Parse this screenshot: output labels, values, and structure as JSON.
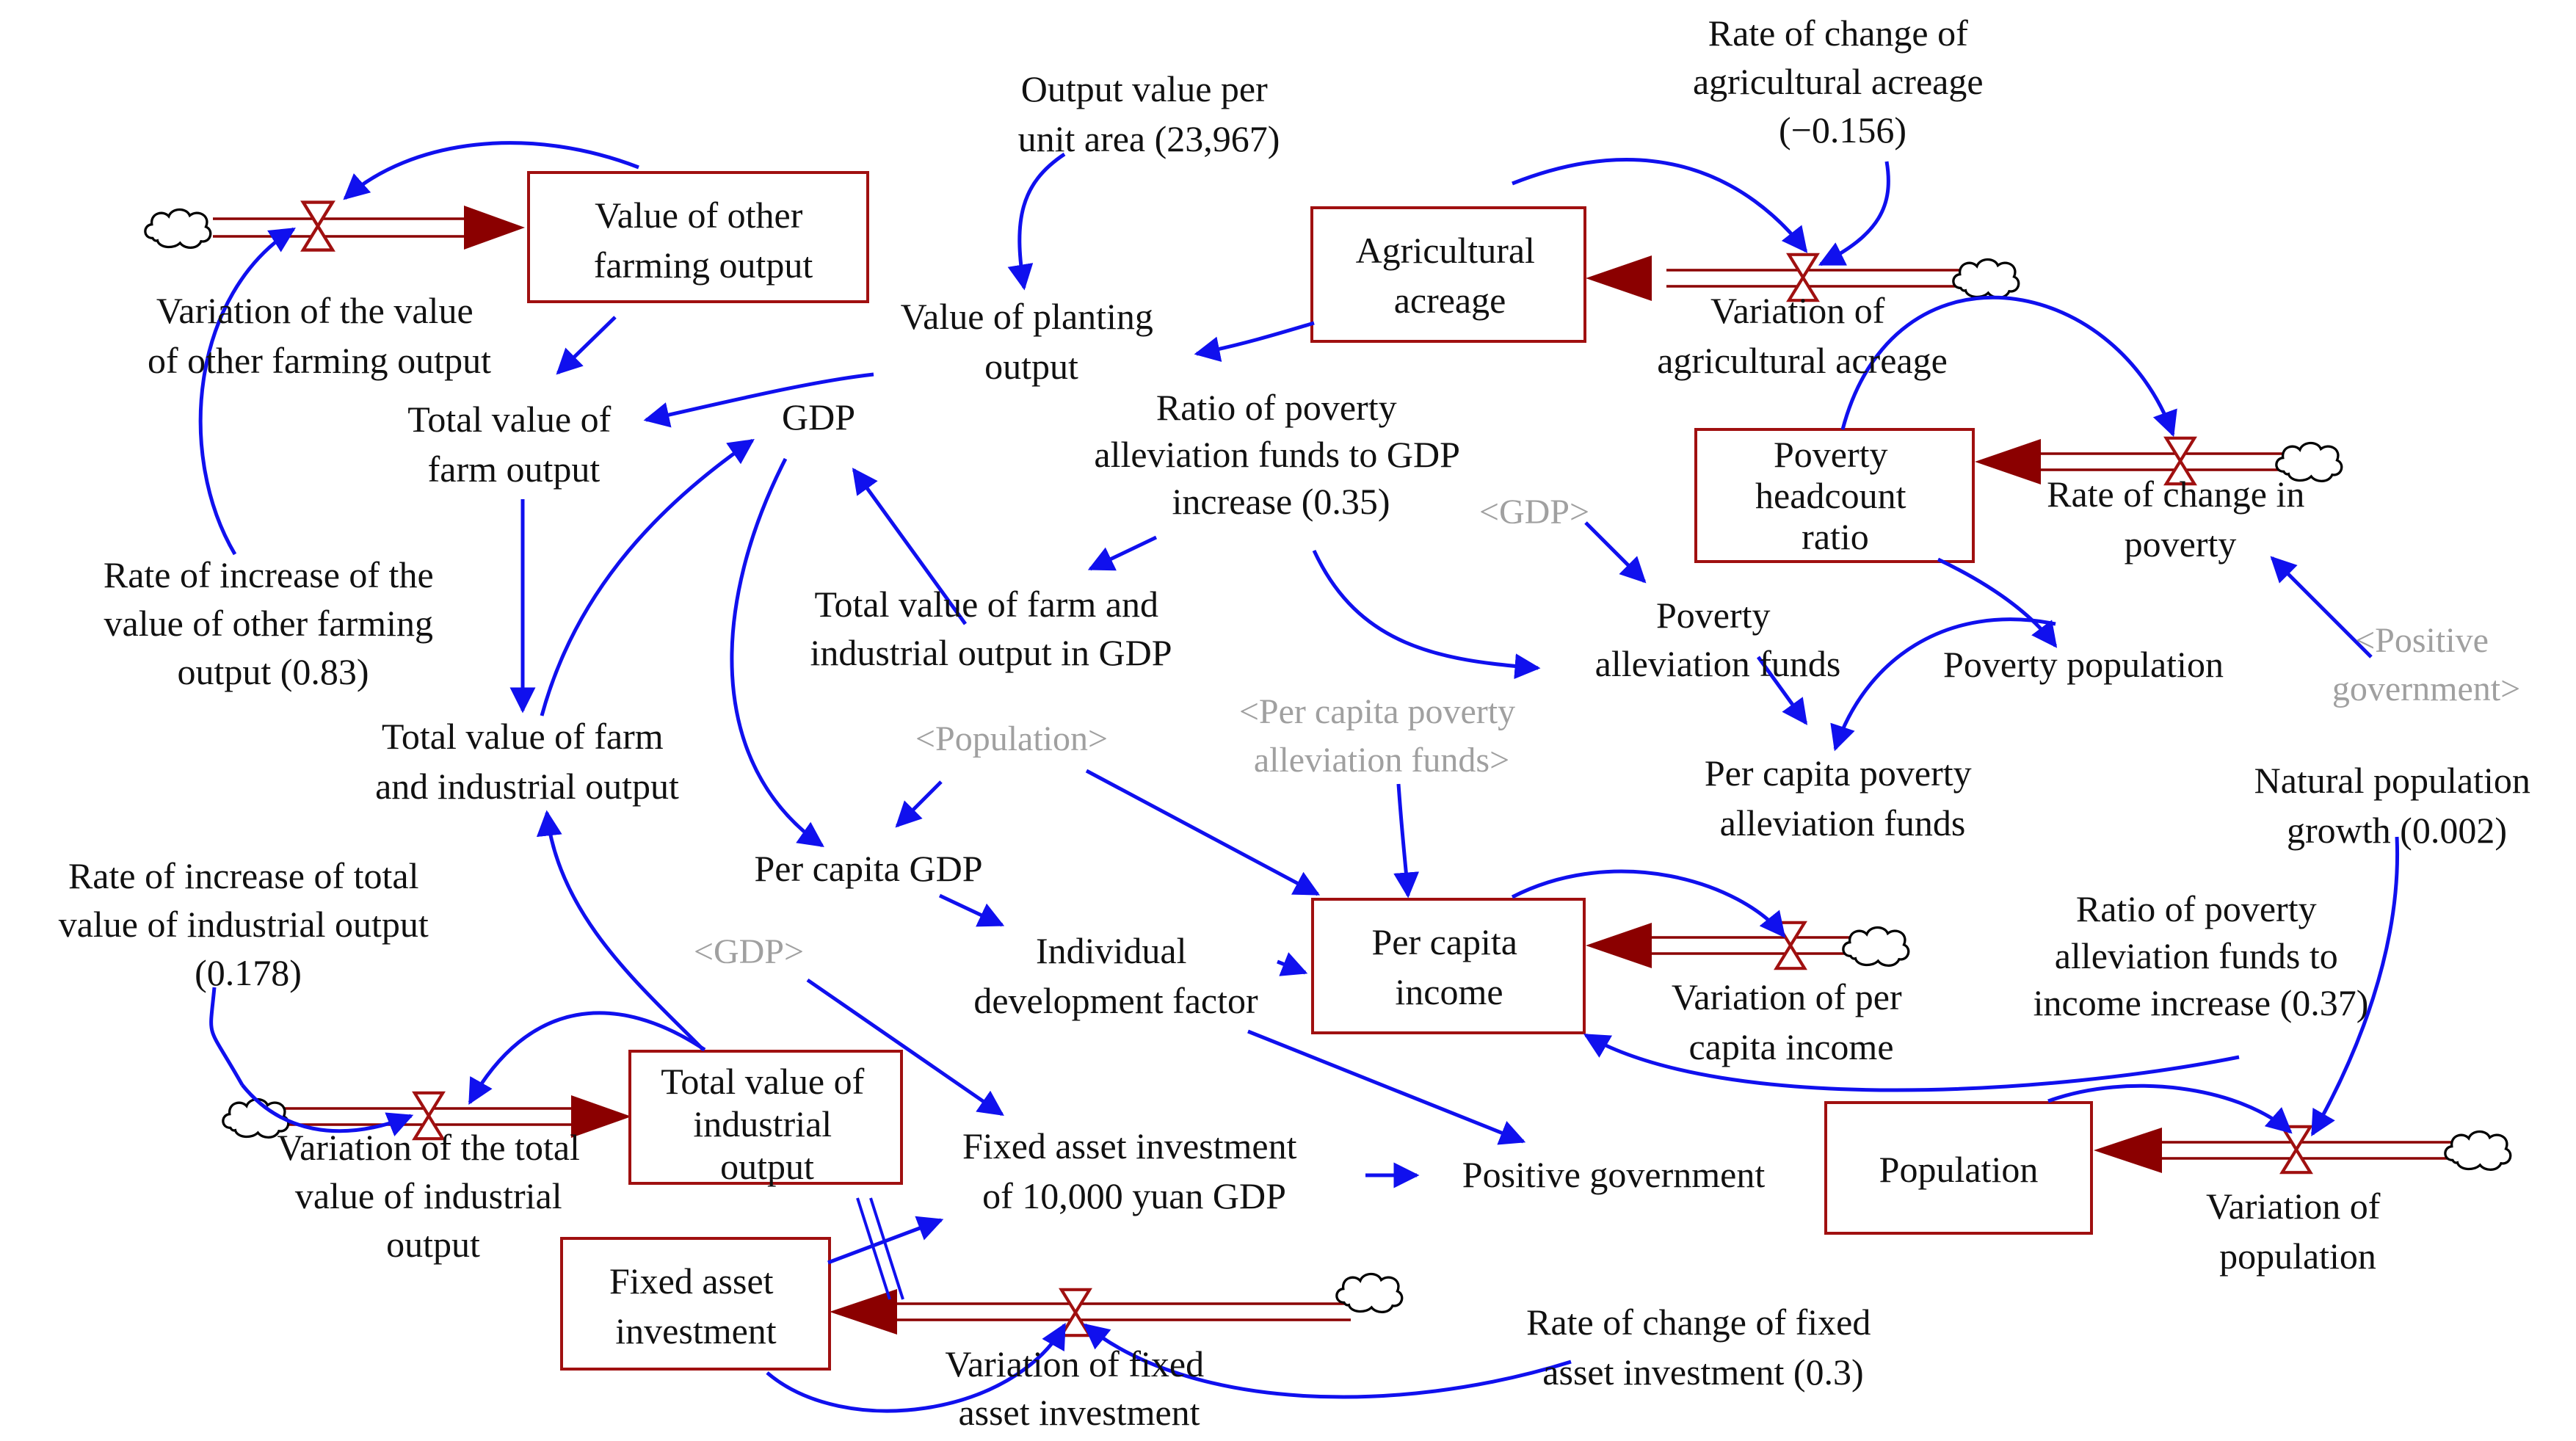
{
  "colors": {
    "stock_border": "#a01010",
    "flow_pipe": "#8b0000",
    "link": "#1010ee",
    "text": "#111111",
    "shadow_text": "#a0a0a0",
    "background": "#ffffff"
  },
  "stocks": {
    "value_other_farming": [
      "Value of other",
      "farming output"
    ],
    "agricultural_acreage": [
      "Agricultural",
      "acreage"
    ],
    "poverty_headcount": [
      "Poverty",
      "headcount",
      "ratio"
    ],
    "per_capita_income": [
      "Per capita",
      "income"
    ],
    "population": [
      "Population"
    ],
    "total_industrial": [
      "Total value of",
      "industrial",
      "output"
    ],
    "fixed_asset": [
      "Fixed asset",
      "investment"
    ]
  },
  "flows": {
    "var_other_farming": [
      "Variation of the value",
      "of other farming output"
    ],
    "var_acreage": [
      "Variation of",
      "agricultural acreage"
    ],
    "rate_poverty": [
      "Rate of change in",
      "poverty"
    ],
    "var_income": [
      "Variation of per",
      "capita income"
    ],
    "var_population": [
      "Variation of",
      "population"
    ],
    "var_industrial": [
      "Variation of the total",
      "value of industrial",
      "output"
    ],
    "var_fixed": [
      "Variation of fixed",
      "asset investment"
    ]
  },
  "variables": {
    "output_per_area": [
      "Output value per",
      "unit area (23,967)"
    ],
    "rate_acreage": [
      "Rate of change of",
      "agricultural acreage",
      "(−0.156)"
    ],
    "value_planting": [
      "Value of planting",
      "output"
    ],
    "gdp": [
      "GDP"
    ],
    "total_farm": [
      "Total value of",
      "farm output"
    ],
    "ratio_gdp": [
      "Ratio of poverty",
      "alleviation funds to GDP",
      "increase (0.35)"
    ],
    "rate_other_farming": [
      "Rate of increase of the",
      "value of other farming",
      "output (0.83)"
    ],
    "farm_ind_gdp": [
      "Total value of farm and",
      "industrial output in GDP"
    ],
    "poverty_funds": [
      "Poverty",
      "alleviation funds"
    ],
    "poverty_population": [
      "Poverty population"
    ],
    "total_farm_ind": [
      "Total value of farm",
      "and industrial output"
    ],
    "per_capita_funds": [
      "Per capita poverty",
      "alleviation funds"
    ],
    "natural_growth": [
      "Natural population",
      "growth (0.002)"
    ],
    "rate_industrial": [
      "Rate of increase of total",
      "value of industrial output",
      "(0.178)"
    ],
    "per_capita_gdp": [
      "Per capita GDP"
    ],
    "individual_factor": [
      "Individual",
      "development factor"
    ],
    "ratio_income": [
      "Ratio of poverty",
      "alleviation funds to",
      "income increase (0.37)"
    ],
    "fixed_per_gdp": [
      "Fixed asset investment",
      "of 10,000 yuan GDP"
    ],
    "positive_gov": [
      "Positive government"
    ],
    "rate_fixed": [
      "Rate of change of fixed",
      "asset investment (0.3)"
    ]
  },
  "shadows": {
    "gdp_1": [
      "<GDP>"
    ],
    "gdp_2": [
      "<GDP>"
    ],
    "population": [
      "<Population>"
    ],
    "per_capita_funds": [
      "<Per capita poverty",
      "alleviation funds>"
    ],
    "positive_gov": [
      "<Positive",
      "government>"
    ]
  }
}
